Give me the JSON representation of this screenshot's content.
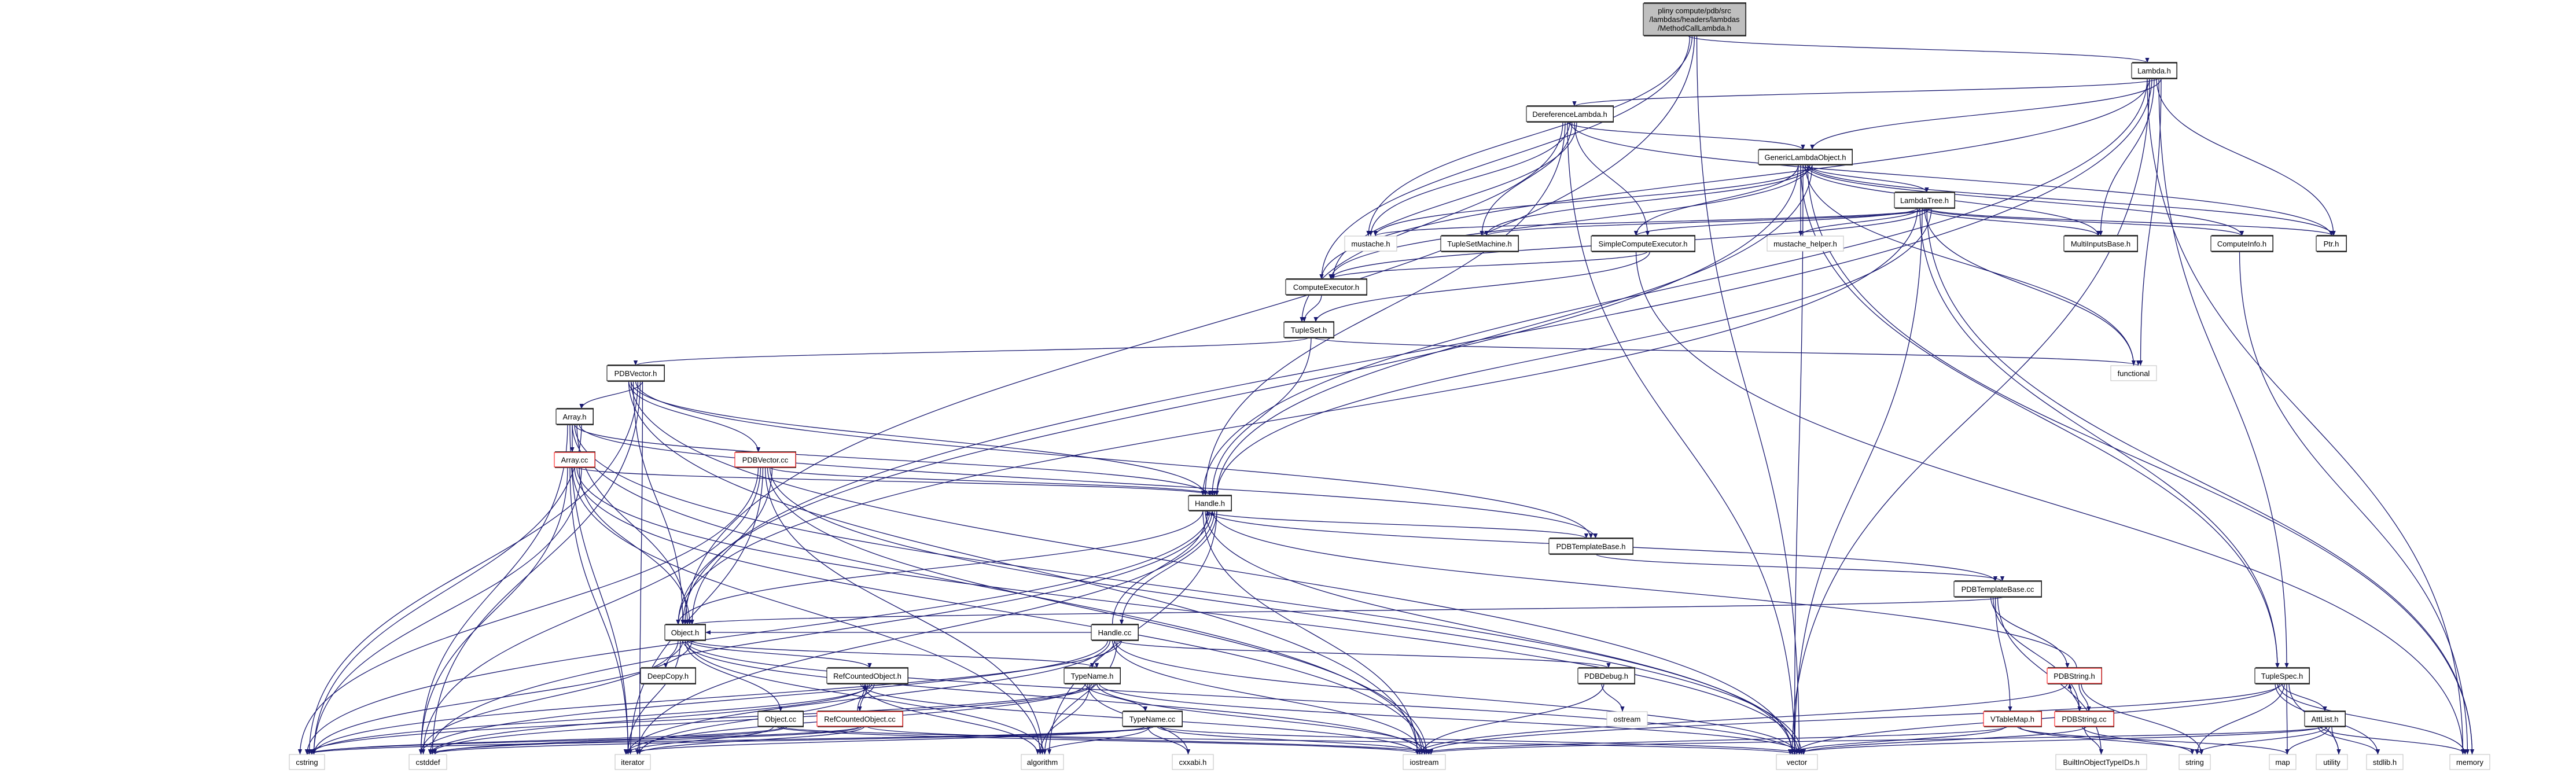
{
  "title": "pliny compute/pdb/src/lambdas/headers/lambdas/MethodCallLambda.h",
  "colors": {
    "edge": "#191970",
    "root_fill": "#bfbfbf",
    "red_border": "#ff0000",
    "external_border": "#bfbfbf"
  },
  "nodes": [
    {
      "id": "root",
      "lines": [
        "pliny compute/pdb/src",
        "/lambdas/headers/lambdas",
        "/MethodCallLambda.h"
      ],
      "style": "root"
    },
    {
      "id": "Lambda",
      "label": "Lambda.h",
      "style": "doc"
    },
    {
      "id": "DereferenceLambda",
      "label": "DereferenceLambda.h",
      "style": "doc"
    },
    {
      "id": "GenericLambdaObject",
      "label": "GenericLambdaObject.h",
      "style": "doc"
    },
    {
      "id": "LambdaTree",
      "label": "LambdaTree.h",
      "style": "doc"
    },
    {
      "id": "mustache",
      "label": "mustache.h",
      "style": "external"
    },
    {
      "id": "TupleSetMachine",
      "label": "TupleSetMachine.h",
      "style": "doc"
    },
    {
      "id": "SimpleComputeExecutor",
      "label": "SimpleComputeExecutor.h",
      "style": "doc"
    },
    {
      "id": "mustache_helper",
      "label": "mustache_helper.h",
      "style": "external"
    },
    {
      "id": "MultiInputsBase",
      "label": "MultiInputsBase.h",
      "style": "doc"
    },
    {
      "id": "ComputeInfo",
      "label": "ComputeInfo.h",
      "style": "doc"
    },
    {
      "id": "Ptr",
      "label": "Ptr.h",
      "style": "doc"
    },
    {
      "id": "ComputeExecutor",
      "label": "ComputeExecutor.h",
      "style": "doc"
    },
    {
      "id": "TupleSet",
      "label": "TupleSet.h",
      "style": "doc"
    },
    {
      "id": "functional",
      "label": "functional",
      "style": "external"
    },
    {
      "id": "PDBVector_h",
      "label": "PDBVector.h",
      "style": "doc"
    },
    {
      "id": "Array_h",
      "label": "Array.h",
      "style": "doc"
    },
    {
      "id": "Array_cc",
      "label": "Array.cc",
      "style": "red"
    },
    {
      "id": "PDBVector_cc",
      "label": "PDBVector.cc",
      "style": "red"
    },
    {
      "id": "Handle_h",
      "label": "Handle.h",
      "style": "doc"
    },
    {
      "id": "PDBTemplateBase_h",
      "label": "PDBTemplateBase.h",
      "style": "doc"
    },
    {
      "id": "PDBTemplateBase_cc",
      "label": "PDBTemplateBase.cc",
      "style": "doc"
    },
    {
      "id": "Object_h",
      "label": "Object.h",
      "style": "doc"
    },
    {
      "id": "Handle_cc",
      "label": "Handle.cc",
      "style": "doc"
    },
    {
      "id": "DeepCopy",
      "label": "DeepCopy.h",
      "style": "doc"
    },
    {
      "id": "RefCountedObject_h",
      "label": "RefCountedObject.h",
      "style": "doc"
    },
    {
      "id": "TypeName_h",
      "label": "TypeName.h",
      "style": "doc"
    },
    {
      "id": "PDBDebug",
      "label": "PDBDebug.h",
      "style": "doc"
    },
    {
      "id": "PDBString_h",
      "label": "PDBString.h",
      "style": "red"
    },
    {
      "id": "TupleSpec",
      "label": "TupleSpec.h",
      "style": "doc"
    },
    {
      "id": "Object_cc",
      "label": "Object.cc",
      "style": "doc"
    },
    {
      "id": "RefCountedObject_cc",
      "label": "RefCountedObject.cc",
      "style": "red"
    },
    {
      "id": "TypeName_cc",
      "label": "TypeName.cc",
      "style": "doc"
    },
    {
      "id": "ostream",
      "label": "ostream",
      "style": "external"
    },
    {
      "id": "VTableMap",
      "label": "VTableMap.h",
      "style": "red"
    },
    {
      "id": "PDBString_cc",
      "label": "PDBString.cc",
      "style": "red"
    },
    {
      "id": "AttList",
      "label": "AttList.h",
      "style": "doc"
    },
    {
      "id": "cstring",
      "label": "cstring",
      "style": "external"
    },
    {
      "id": "cstddef",
      "label": "cstddef",
      "style": "external"
    },
    {
      "id": "iterator",
      "label": "iterator",
      "style": "external"
    },
    {
      "id": "algorithm",
      "label": "algorithm",
      "style": "external"
    },
    {
      "id": "cxxabi",
      "label": "cxxabi.h",
      "style": "external"
    },
    {
      "id": "iostream",
      "label": "iostream",
      "style": "external"
    },
    {
      "id": "vector",
      "label": "vector",
      "style": "external"
    },
    {
      "id": "BuiltInObjectTypeIDs",
      "label": "BuiltInObjectTypeIDs.h",
      "style": "external"
    },
    {
      "id": "string",
      "label": "string",
      "style": "external"
    },
    {
      "id": "map",
      "label": "map",
      "style": "external"
    },
    {
      "id": "utility",
      "label": "utility",
      "style": "external"
    },
    {
      "id": "stdlib",
      "label": "stdlib.h",
      "style": "external"
    },
    {
      "id": "memory",
      "label": "memory",
      "style": "external"
    }
  ],
  "edges": [
    [
      "root",
      "Lambda"
    ],
    [
      "root",
      "ComputeExecutor"
    ],
    [
      "root",
      "mustache"
    ],
    [
      "root",
      "Object_h"
    ],
    [
      "root",
      "vector"
    ],
    [
      "Lambda",
      "DereferenceLambda"
    ],
    [
      "Lambda",
      "GenericLambdaObject"
    ],
    [
      "Lambda",
      "Handle_h"
    ],
    [
      "Lambda",
      "ComputeExecutor"
    ],
    [
      "Lambda",
      "Object_h"
    ],
    [
      "Lambda",
      "MultiInputsBase"
    ],
    [
      "Lambda",
      "Ptr"
    ],
    [
      "Lambda",
      "TupleSpec"
    ],
    [
      "Lambda",
      "functional"
    ],
    [
      "Lambda",
      "memory"
    ],
    [
      "Lambda",
      "vector"
    ],
    [
      "DereferenceLambda",
      "GenericLambdaObject"
    ],
    [
      "DereferenceLambda",
      "mustache"
    ],
    [
      "DereferenceLambda",
      "TupleSetMachine"
    ],
    [
      "DereferenceLambda",
      "SimpleComputeExecutor"
    ],
    [
      "DereferenceLambda",
      "ComputeExecutor"
    ],
    [
      "DereferenceLambda",
      "TupleSet"
    ],
    [
      "DereferenceLambda",
      "Handle_h"
    ],
    [
      "DereferenceLambda",
      "vector"
    ],
    [
      "DereferenceLambda",
      "Ptr"
    ],
    [
      "GenericLambdaObject",
      "LambdaTree"
    ],
    [
      "GenericLambdaObject",
      "mustache"
    ],
    [
      "GenericLambdaObject",
      "TupleSetMachine"
    ],
    [
      "GenericLambdaObject",
      "SimpleComputeExecutor"
    ],
    [
      "GenericLambdaObject",
      "mustache_helper"
    ],
    [
      "GenericLambdaObject",
      "MultiInputsBase"
    ],
    [
      "GenericLambdaObject",
      "ComputeInfo"
    ],
    [
      "GenericLambdaObject",
      "Ptr"
    ],
    [
      "GenericLambdaObject",
      "ComputeExecutor"
    ],
    [
      "GenericLambdaObject",
      "Handle_h"
    ],
    [
      "GenericLambdaObject",
      "Object_h"
    ],
    [
      "GenericLambdaObject",
      "TupleSpec"
    ],
    [
      "GenericLambdaObject",
      "vector"
    ],
    [
      "GenericLambdaObject",
      "functional"
    ],
    [
      "GenericLambdaObject",
      "memory"
    ],
    [
      "LambdaTree",
      "mustache"
    ],
    [
      "LambdaTree",
      "TupleSetMachine"
    ],
    [
      "LambdaTree",
      "SimpleComputeExecutor"
    ],
    [
      "LambdaTree",
      "mustache_helper"
    ],
    [
      "LambdaTree",
      "MultiInputsBase"
    ],
    [
      "LambdaTree",
      "ComputeInfo"
    ],
    [
      "LambdaTree",
      "Ptr"
    ],
    [
      "LambdaTree",
      "ComputeExecutor"
    ],
    [
      "LambdaTree",
      "Handle_h"
    ],
    [
      "LambdaTree",
      "Object_h"
    ],
    [
      "LambdaTree",
      "TupleSpec"
    ],
    [
      "LambdaTree",
      "vector"
    ],
    [
      "LambdaTree",
      "functional"
    ],
    [
      "LambdaTree",
      "memory"
    ],
    [
      "SimpleComputeExecutor",
      "ComputeExecutor"
    ],
    [
      "SimpleComputeExecutor",
      "TupleSet"
    ],
    [
      "SimpleComputeExecutor",
      "memory"
    ],
    [
      "ComputeExecutor",
      "TupleSet"
    ],
    [
      "ComputeInfo",
      "memory"
    ],
    [
      "TupleSet",
      "PDBVector_h"
    ],
    [
      "TupleSet",
      "Handle_h"
    ],
    [
      "TupleSet",
      "functional"
    ],
    [
      "PDBVector_h",
      "Array_h"
    ],
    [
      "PDBVector_h",
      "PDBVector_cc"
    ],
    [
      "PDBVector_h",
      "Handle_h"
    ],
    [
      "PDBVector_h",
      "Object_h"
    ],
    [
      "PDBVector_h",
      "PDBTemplateBase_h"
    ],
    [
      "PDBVector_h",
      "cstring"
    ],
    [
      "PDBVector_h",
      "cstddef"
    ],
    [
      "PDBVector_h",
      "iterator"
    ],
    [
      "PDBVector_h",
      "iostream"
    ],
    [
      "PDBVector_h",
      "vector"
    ],
    [
      "Array_h",
      "Array_cc"
    ],
    [
      "Array_h",
      "Handle_h"
    ],
    [
      "Array_h",
      "Object_h"
    ],
    [
      "Array_h",
      "PDBTemplateBase_h"
    ],
    [
      "Array_h",
      "cstring"
    ],
    [
      "Array_h",
      "cstddef"
    ],
    [
      "Array_h",
      "iterator"
    ],
    [
      "Array_h",
      "iostream"
    ],
    [
      "Array_h",
      "vector"
    ],
    [
      "Array_cc",
      "Handle_h"
    ],
    [
      "Array_cc",
      "Object_h"
    ],
    [
      "Array_cc",
      "cstring"
    ],
    [
      "Array_cc",
      "cstddef"
    ],
    [
      "Array_cc",
      "iterator"
    ],
    [
      "Array_cc",
      "algorithm"
    ],
    [
      "Array_cc",
      "iostream"
    ],
    [
      "Array_cc",
      "vector"
    ],
    [
      "PDBVector_cc",
      "Handle_h"
    ],
    [
      "PDBVector_cc",
      "Object_h"
    ],
    [
      "PDBVector_cc",
      "cstring"
    ],
    [
      "PDBVector_cc",
      "cstddef"
    ],
    [
      "PDBVector_cc",
      "iterator"
    ],
    [
      "PDBVector_cc",
      "algorithm"
    ],
    [
      "PDBVector_cc",
      "iostream"
    ],
    [
      "PDBVector_cc",
      "vector"
    ],
    [
      "Handle_h",
      "Handle_cc"
    ],
    [
      "Handle_h",
      "Object_h"
    ],
    [
      "Handle_h",
      "PDBTemplateBase_h"
    ],
    [
      "Handle_h",
      "PDBTemplateBase_cc"
    ],
    [
      "Handle_h",
      "cstring"
    ],
    [
      "Handle_h",
      "cstddef"
    ],
    [
      "Handle_h",
      "iterator"
    ],
    [
      "Handle_h",
      "algorithm"
    ],
    [
      "Handle_h",
      "iostream"
    ],
    [
      "Handle_h",
      "vector"
    ],
    [
      "Handle_cc",
      "Handle_h"
    ],
    [
      "Handle_cc",
      "TypeName_h"
    ],
    [
      "Handle_cc",
      "PDBDebug"
    ],
    [
      "Handle_cc",
      "Object_h"
    ],
    [
      "Handle_cc",
      "cstring"
    ],
    [
      "Handle_cc",
      "cstddef"
    ],
    [
      "Handle_cc",
      "iterator"
    ],
    [
      "Handle_cc",
      "iostream"
    ],
    [
      "Handle_cc",
      "vector"
    ],
    [
      "Handle_cc",
      "algorithm"
    ],
    [
      "PDBTemplateBase_h",
      "PDBTemplateBase_cc"
    ],
    [
      "PDBTemplateBase_cc",
      "Object_h"
    ],
    [
      "PDBTemplateBase_cc",
      "PDBString_h"
    ],
    [
      "PDBTemplateBase_cc",
      "PDBString_cc"
    ],
    [
      "PDBTemplateBase_cc",
      "VTableMap"
    ],
    [
      "PDBTemplateBase_cc",
      "BuiltInObjectTypeIDs"
    ],
    [
      "PDBString_h",
      "Handle_h"
    ],
    [
      "PDBString_h",
      "PDBString_cc"
    ],
    [
      "PDBString_h",
      "string"
    ],
    [
      "PDBString_h",
      "iostream"
    ],
    [
      "PDBString_cc",
      "PDBString_h"
    ],
    [
      "PDBString_cc",
      "string"
    ],
    [
      "PDBString_cc",
      "BuiltInObjectTypeIDs"
    ],
    [
      "PDBString_cc",
      "vector"
    ],
    [
      "VTableMap",
      "map"
    ],
    [
      "VTableMap",
      "string"
    ],
    [
      "VTableMap",
      "vector"
    ],
    [
      "VTableMap",
      "iostream"
    ],
    [
      "Object_h",
      "DeepCopy"
    ],
    [
      "Object_h",
      "Object_cc"
    ],
    [
      "Object_h",
      "RefCountedObject_h"
    ],
    [
      "Object_h",
      "TypeName_h"
    ],
    [
      "Object_h",
      "cstring"
    ],
    [
      "Object_h",
      "cstddef"
    ],
    [
      "Object_h",
      "iterator"
    ],
    [
      "Object_h",
      "iostream"
    ],
    [
      "Object_h",
      "vector"
    ],
    [
      "Object_h",
      "algorithm"
    ],
    [
      "Object_cc",
      "cstring"
    ],
    [
      "Object_cc",
      "cstddef"
    ],
    [
      "Object_cc",
      "iterator"
    ],
    [
      "Object_cc",
      "iostream"
    ],
    [
      "Object_cc",
      "vector"
    ],
    [
      "RefCountedObject_h",
      "RefCountedObject_cc"
    ],
    [
      "RefCountedObject_h",
      "cstddef"
    ],
    [
      "RefCountedObject_h",
      "cstring"
    ],
    [
      "RefCountedObject_h",
      "iterator"
    ],
    [
      "RefCountedObject_h",
      "iostream"
    ],
    [
      "RefCountedObject_h",
      "algorithm"
    ],
    [
      "RefCountedObject_cc",
      "RefCountedObject_h"
    ],
    [
      "RefCountedObject_cc",
      "cstring"
    ],
    [
      "RefCountedObject_cc",
      "cstddef"
    ],
    [
      "RefCountedObject_cc",
      "iterator"
    ],
    [
      "RefCountedObject_cc",
      "iostream"
    ],
    [
      "TypeName_h",
      "TypeName_cc"
    ],
    [
      "TypeName_h",
      "cxxabi"
    ],
    [
      "TypeName_h",
      "algorithm"
    ],
    [
      "TypeName_h",
      "cstring"
    ],
    [
      "TypeName_h",
      "cstddef"
    ],
    [
      "TypeName_h",
      "iostream"
    ],
    [
      "TypeName_h",
      "vector"
    ],
    [
      "TypeName_h",
      "iterator"
    ],
    [
      "TypeName_cc",
      "cxxabi"
    ],
    [
      "TypeName_cc",
      "algorithm"
    ],
    [
      "TypeName_cc",
      "cstring"
    ],
    [
      "TypeName_cc",
      "cstddef"
    ],
    [
      "TypeName_cc",
      "iostream"
    ],
    [
      "TypeName_cc",
      "vector"
    ],
    [
      "TypeName_cc",
      "iterator"
    ],
    [
      "PDBDebug",
      "ostream"
    ],
    [
      "PDBDebug",
      "iostream"
    ],
    [
      "TupleSpec",
      "AttList"
    ],
    [
      "TupleSpec",
      "string"
    ],
    [
      "TupleSpec",
      "map"
    ],
    [
      "TupleSpec",
      "utility"
    ],
    [
      "TupleSpec",
      "stdlib"
    ],
    [
      "TupleSpec",
      "memory"
    ],
    [
      "TupleSpec",
      "vector"
    ],
    [
      "TupleSpec",
      "iostream"
    ],
    [
      "AttList",
      "string"
    ],
    [
      "AttList",
      "map"
    ],
    [
      "AttList",
      "utility"
    ],
    [
      "AttList",
      "stdlib"
    ],
    [
      "AttList",
      "memory"
    ],
    [
      "AttList",
      "vector"
    ],
    [
      "AttList",
      "iostream"
    ]
  ]
}
